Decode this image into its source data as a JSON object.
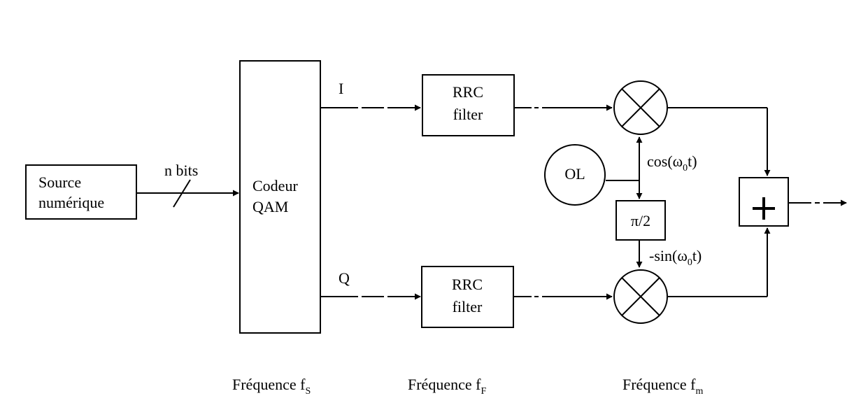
{
  "blocks": {
    "source": {
      "line1": "Source",
      "line2": "numérique"
    },
    "coder": {
      "line1": "Codeur",
      "line2": "QAM"
    },
    "rrc_top": {
      "line1": "RRC",
      "line2": "filter"
    },
    "rrc_bottom": {
      "line1": "RRC",
      "line2": "filter"
    },
    "oscillator": {
      "label": "OL"
    },
    "phase_shift": {
      "label": "π/2"
    },
    "summer": {
      "label": "+"
    }
  },
  "signals": {
    "bus": "n bits",
    "i_branch": "I",
    "q_branch": "Q",
    "cos_carrier": {
      "prefix": "cos(ω",
      "sub": "0",
      "suffix": "t)"
    },
    "sin_carrier": {
      "prefix": "-sin(ω",
      "sub": "0",
      "suffix": "t)"
    }
  },
  "frequencies": [
    {
      "text": "Fréquence f",
      "sub": "S"
    },
    {
      "text": "Fréquence f",
      "sub": "F"
    },
    {
      "text": "Fréquence f",
      "sub": "m"
    }
  ]
}
